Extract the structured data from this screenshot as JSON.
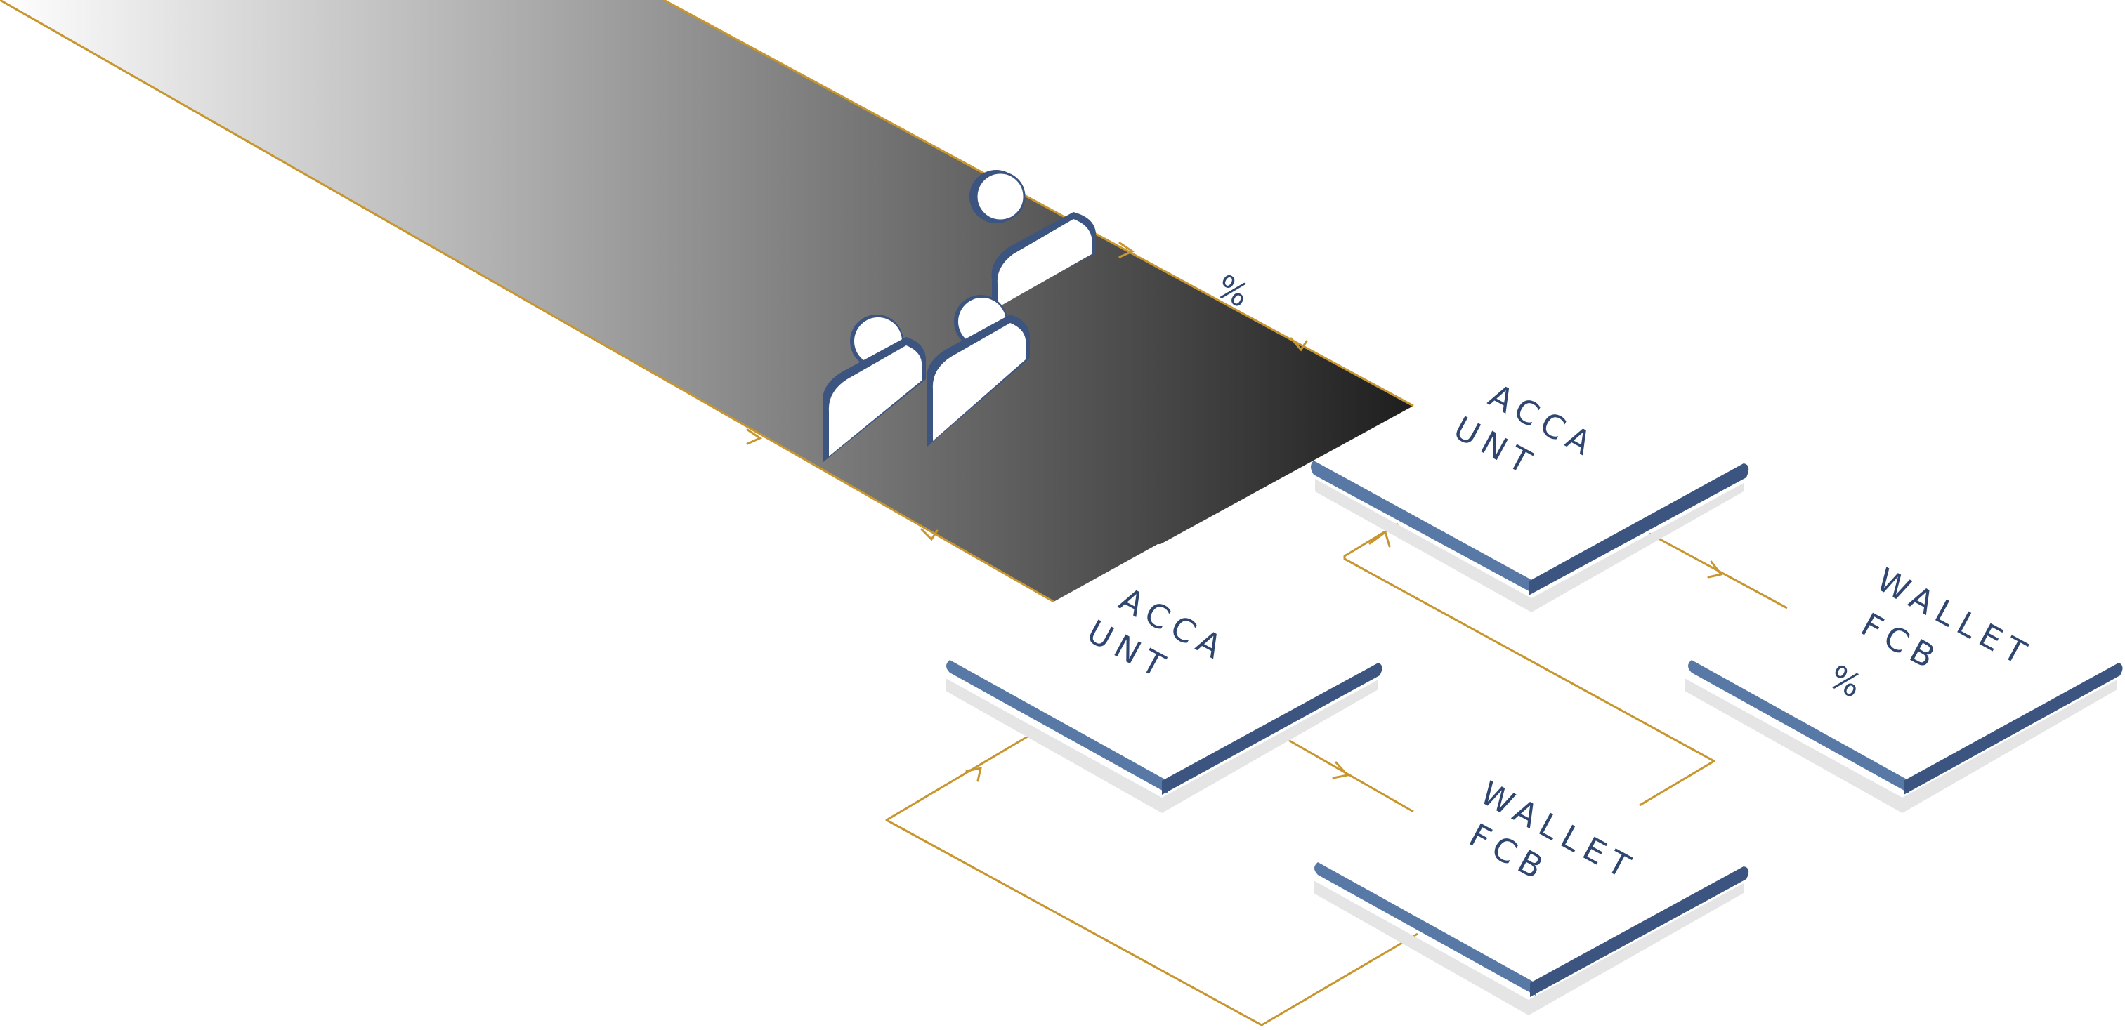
{
  "nodes": [
    {
      "id": "acca-unt-top",
      "lines": [
        "ACCA",
        "UNT"
      ]
    },
    {
      "id": "acca-unt-bottom",
      "lines": [
        "ACCA",
        "UNT"
      ]
    },
    {
      "id": "wallet-fcb-bottom",
      "lines": [
        "WALLET",
        "FCB"
      ]
    },
    {
      "id": "wallet-fcb-right",
      "lines": [
        "WALLET",
        "FCB",
        "%"
      ]
    }
  ],
  "beam_label": "%",
  "colors": {
    "flow": "#c8962e",
    "panel_edge_light": "#5878a6",
    "panel_edge_dark": "#3b5480",
    "text": "#2f4770",
    "beam_dark": "#1e1e1e"
  },
  "icons": [
    "user-icon",
    "user-icon",
    "user-icon"
  ]
}
